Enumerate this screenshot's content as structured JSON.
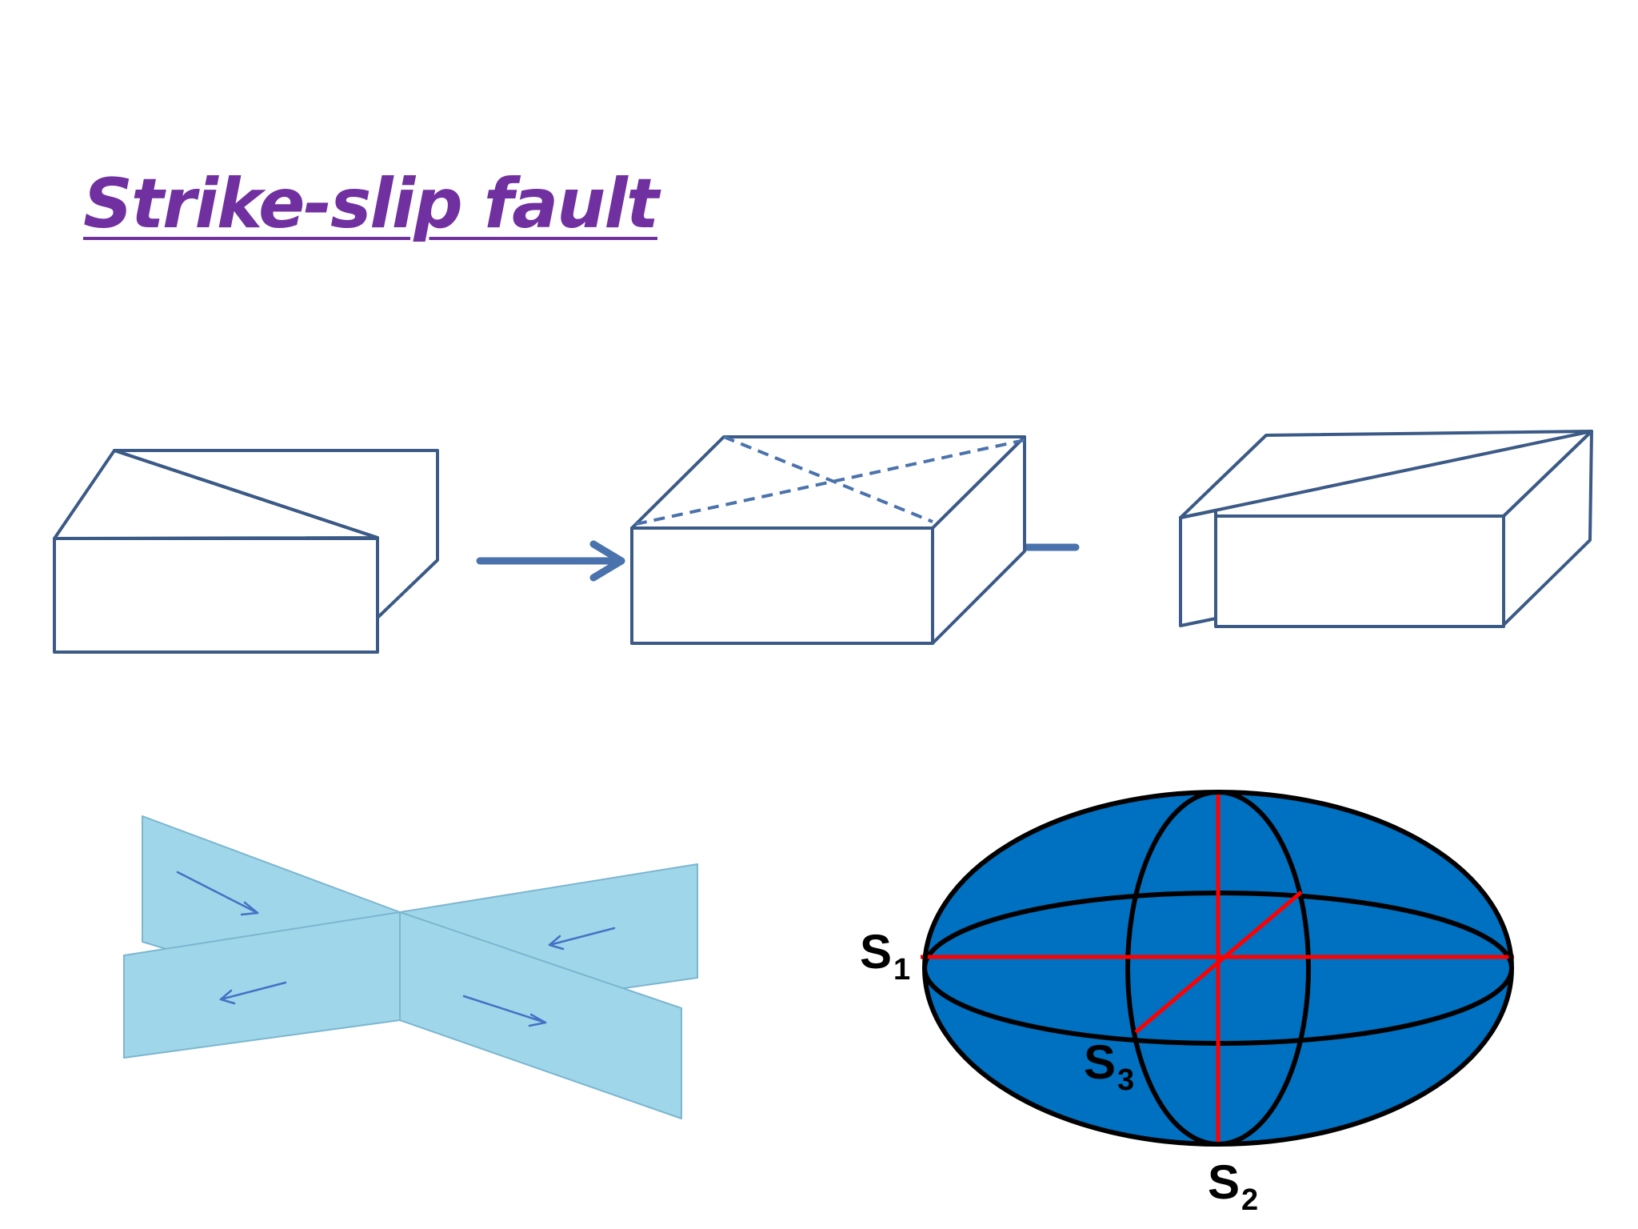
{
  "title": "Strike-slip fault",
  "labels": {
    "s1_base": "S",
    "s1_sub": "1",
    "s2_base": "S",
    "s2_sub": "2",
    "s3_base": "S",
    "s3_sub": "3"
  },
  "colors": {
    "title": "#7030a0",
    "block_outline": "#3b5a86",
    "stress_arrow": "#4a72ac",
    "fault_plane": "#a0d6ea",
    "ellipsoid_fill": "#0070c0",
    "principal_axes": "#ff0000"
  },
  "icons": [
    "stress-arrow-right-icon",
    "stress-arrow-left-icon",
    "slip-arrow-icon"
  ]
}
